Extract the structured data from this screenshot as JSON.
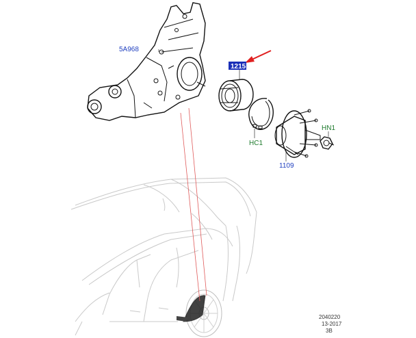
{
  "labels": {
    "knuckle": "5A968",
    "bearing": "1215",
    "circlip": "HC1",
    "hub": "1109",
    "nut": "HN1"
  },
  "colors": {
    "part_number": "#1f3fbf",
    "fastener_code": "#1d7a2c",
    "highlight_box": "#1a2fb8",
    "arrow": "#e02020",
    "guide_lines": "#e05a5a"
  },
  "footer": {
    "line1": "2040220",
    "line2": "13-2017",
    "line3": "3B"
  }
}
